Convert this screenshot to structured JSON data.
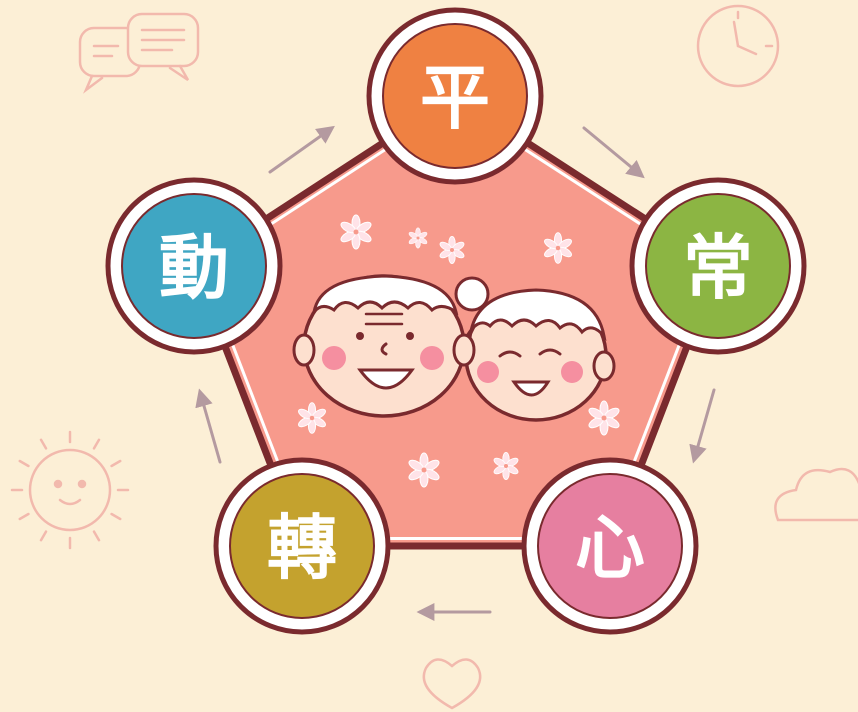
{
  "colors": {
    "background": "#fcefd6",
    "pentagon_fill": "#f79a8c",
    "outline": "#7a2a2e",
    "ring": "#ffffff",
    "arrow": "#b49aa0",
    "doodle": "#f2b9ad"
  },
  "nodes": [
    {
      "id": "ping",
      "label": "平",
      "color": "#ef8142"
    },
    {
      "id": "chang",
      "label": "常",
      "color": "#8cb543"
    },
    {
      "id": "xin",
      "label": "心",
      "color": "#e67fa0"
    },
    {
      "id": "zhuan",
      "label": "轉",
      "color": "#c4a22e"
    },
    {
      "id": "dong",
      "label": "動",
      "color": "#3fa6c3"
    }
  ],
  "center_image": "elderly-couple-faces",
  "decorations": [
    "speech-bubbles-icon",
    "clock-icon",
    "sun-icon",
    "cloud-icon",
    "heart-icon",
    "flower-icon"
  ]
}
